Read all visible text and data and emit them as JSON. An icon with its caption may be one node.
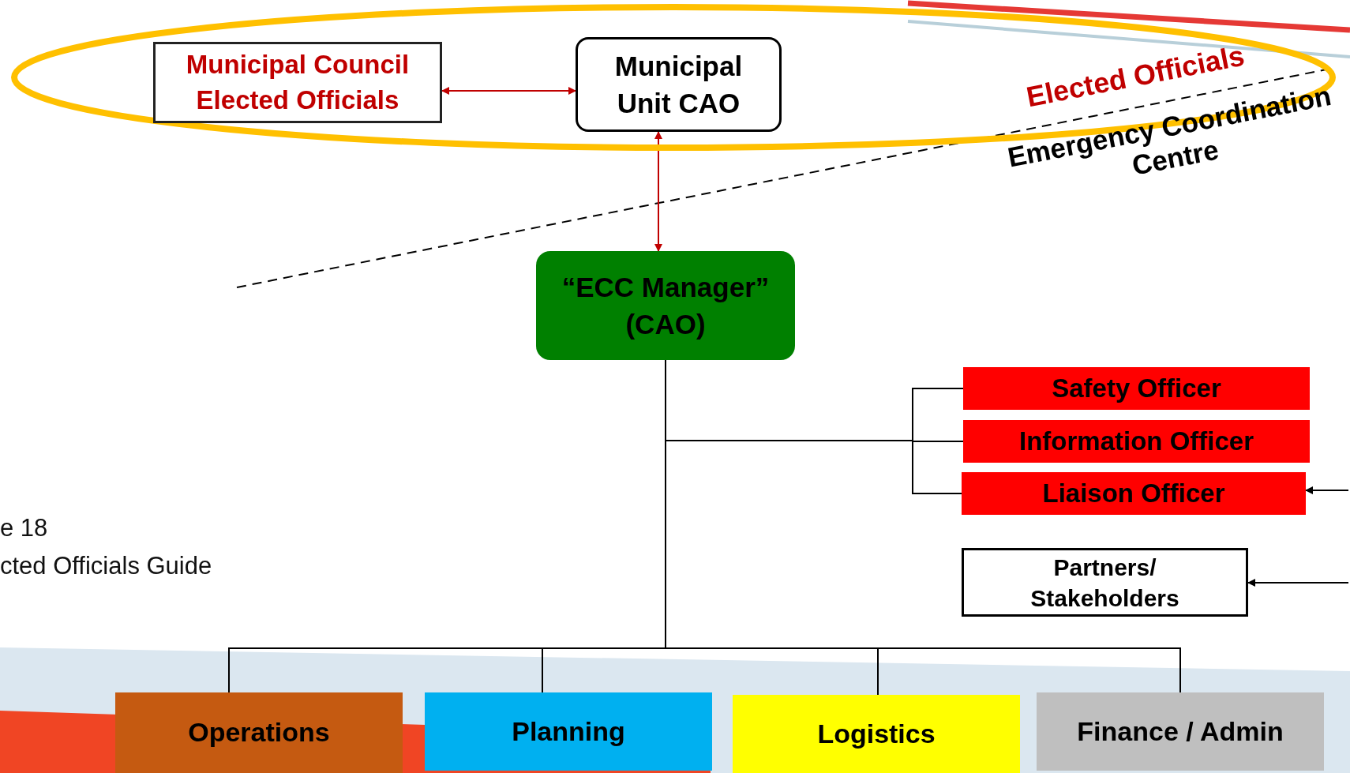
{
  "diagram": {
    "nodes": [
      {
        "text": [
          "Elected Officials"
        ]
      },
      {
        "text": [
          "Municipal Council Elected Officials"
        ],
        "in": 0
      },
      {
        "text": [
          "Municipal Unit CAO"
        ],
        "in": 0
      },
      {
        "text": [
          "“ECC Manager” (CAO)"
        ]
      },
      {
        "text": [
          "Safety Officer"
        ]
      },
      {
        "text": [
          "Information Officer"
        ]
      },
      {
        "text": [
          "Liaison Officer"
        ]
      },
      {
        "text": [
          "Partners/ Stakeholders"
        ]
      },
      {
        "text": [
          "Operations"
        ]
      },
      {
        "text": [
          "Planning"
        ]
      },
      {
        "text": [
          "Logistics"
        ]
      },
      {
        "text": [
          "Finance / Admin"
        ]
      }
    ],
    "edges": [
      {
        "from": 1,
        "to": 2,
        "arrow": "both",
        "color": "#c00000"
      },
      {
        "from": 2,
        "to": 3,
        "arrow": "both",
        "color": "#c00000"
      },
      {
        "from": 3,
        "to": 4,
        "arrow": "none"
      },
      {
        "from": 3,
        "to": 5,
        "arrow": "none"
      },
      {
        "from": 3,
        "to": 6,
        "arrow": "none"
      },
      {
        "from": 3,
        "to": 8,
        "arrow": "none"
      },
      {
        "from": 3,
        "to": 9,
        "arrow": "none"
      },
      {
        "from": 3,
        "to": 10,
        "arrow": "none"
      },
      {
        "from": 3,
        "to": 11,
        "arrow": "none"
      },
      {
        "from": null,
        "to": 6,
        "arrow": "to"
      },
      {
        "from": null,
        "to": 7,
        "arrow": "to"
      }
    ],
    "labels": [
      "Emergency Coordination Centre",
      "e 18",
      "cted Officials Guide"
    ]
  }
}
